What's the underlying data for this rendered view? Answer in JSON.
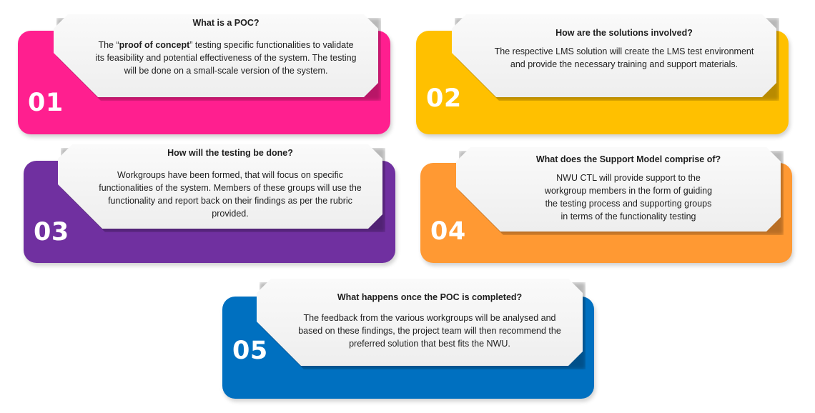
{
  "steps": [
    {
      "number": "01",
      "color": "#ff1f8f",
      "title": "What is a POC?",
      "body_prefix": "The “",
      "body_bold": "proof of concept",
      "body_suffix": "” testing specific functionalities to validate its feasibility and potential effectiveness of the system. The testing will be done on a small-scale version of the system."
    },
    {
      "number": "02",
      "color": "#ffc000",
      "title": "How are the solutions involved?",
      "body": "The respective LMS solution will create the LMS test environment and provide the necessary training and support materials."
    },
    {
      "number": "03",
      "color": "#7030a0",
      "title": "How will the testing be done?",
      "body": "Workgroups have been formed, that will focus on specific functionalities of the system. Members of these groups will use the functionality and report back on their findings as per the rubric provided."
    },
    {
      "number": "04",
      "color": "#ff9933",
      "title": "What does the Support Model comprise of?",
      "body": "NWU CTL will provide support to the workgroup members in the form of guiding the testing process and supporting groups in terms of the functionality testing"
    },
    {
      "number": "05",
      "color": "#0070c0",
      "title": "What happens once the POC is completed?",
      "body": "The feedback from the various workgroups will be analysed and based on these findings, the project team will then recommend the preferred solution that best fits the NWU."
    }
  ]
}
